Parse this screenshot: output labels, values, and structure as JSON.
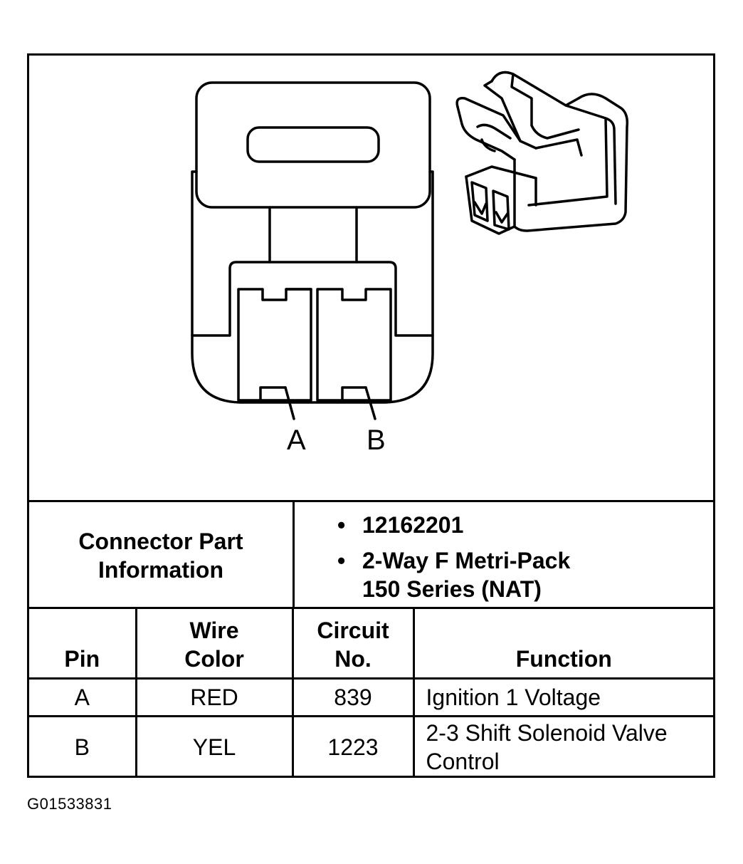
{
  "diagram": {
    "pin_labels": [
      "A",
      "B"
    ]
  },
  "connector_info": {
    "title": "Connector Part\nInformation",
    "bullet_symbol": "•",
    "items": [
      "12162201",
      "2-Way F Metri-Pack\n150 Series (NAT)"
    ]
  },
  "table": {
    "headers": [
      "Pin",
      "Wire\nColor",
      "Circuit\nNo.",
      "Function"
    ],
    "rows": [
      {
        "pin": "A",
        "wire_color": "RED",
        "circuit": "839",
        "function": "Ignition 1 Voltage"
      },
      {
        "pin": "B",
        "wire_color": "YEL",
        "circuit": "1223",
        "function": "2-3 Shift Solenoid Valve\nControl"
      }
    ]
  },
  "figure_id": "G01533831"
}
